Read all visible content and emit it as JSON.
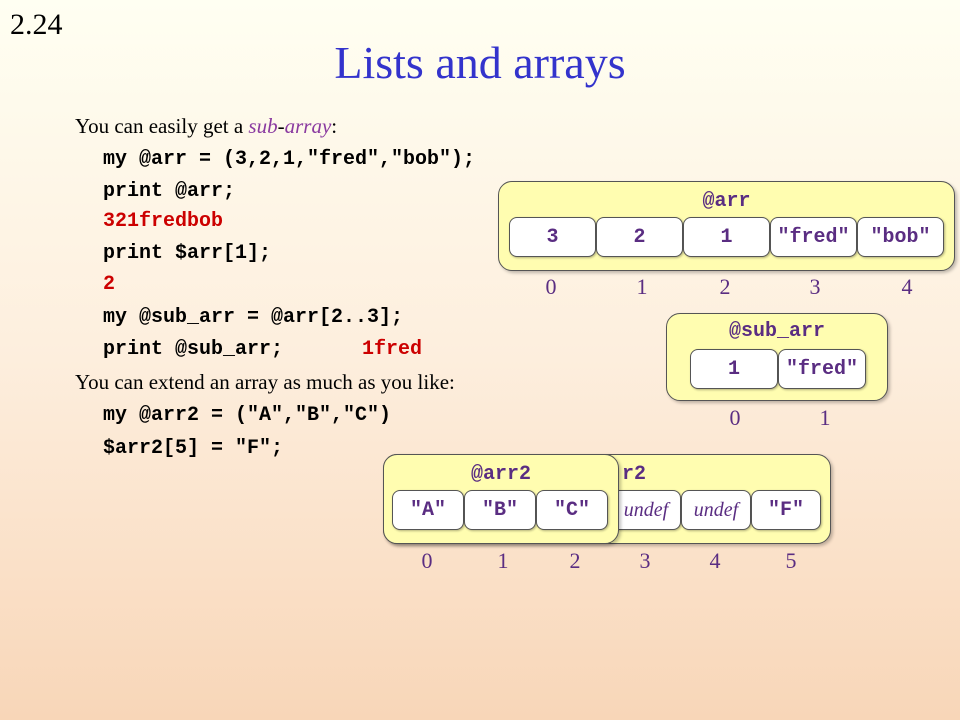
{
  "slide_number": "2.24",
  "title": "Lists and arrays",
  "intro1": {
    "before": "You can easily get a ",
    "sub": "sub",
    "dash": "-",
    "array": "array",
    "after": ":"
  },
  "code": [
    "my @arr = (3,2,1,\"fred\",\"bob\");",
    "print @arr;",
    "321fredbob",
    "print $arr[1];",
    "2",
    "my @sub_arr = @arr[2..3];",
    "print @sub_arr;",
    "1fred"
  ],
  "intro2": "You can extend an array as much as you like:",
  "code2": [
    "my @arr2 = (\"A\",\"B\",\"C\")",
    "$arr2[5] = \"F\";"
  ],
  "diagrams": {
    "arr": {
      "label": "@arr",
      "cells": [
        "3",
        "2",
        "1",
        "\"fred\"",
        "\"bob\""
      ],
      "indices": [
        "0",
        "1",
        "2",
        "3",
        "4"
      ]
    },
    "sub_arr": {
      "label": "@sub_arr",
      "cells": [
        "1",
        "\"fred\""
      ],
      "indices": [
        "0",
        "1"
      ]
    },
    "arr2_back": {
      "label": "r2",
      "cells": [
        "undef",
        "undef",
        "\"F\""
      ],
      "indices": [
        "3",
        "4",
        "5"
      ]
    },
    "arr2_front": {
      "label": "@arr2",
      "cells": [
        "\"A\"",
        "\"B\"",
        "\"C\""
      ],
      "indices": [
        "0",
        "1",
        "2"
      ]
    }
  }
}
